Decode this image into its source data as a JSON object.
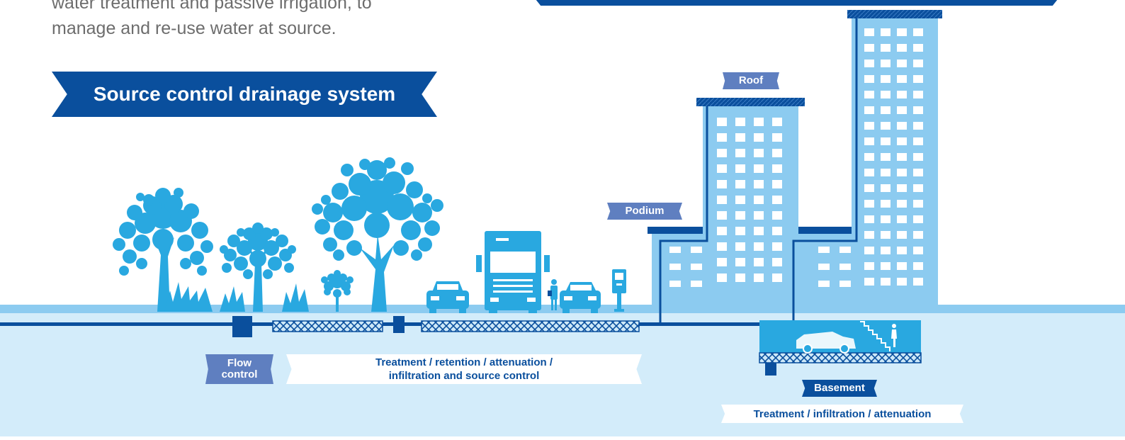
{
  "intro": {
    "line1": "water treatment and passive irrigation, to",
    "line2": "manage and re-use water at source."
  },
  "title": "Source control drainage system",
  "labels": {
    "roof": "Roof",
    "podium": "Podium",
    "flow_control_1": "Flow",
    "flow_control_2": "control",
    "treatment_retention_1": "Treatment / retention / attenuation /",
    "treatment_retention_2": "infiltration and source control",
    "basement": "Basement",
    "treatment_infiltration": "Treatment / infiltration / attenuation"
  },
  "colors": {
    "dark_blue": "#0a4f9d",
    "mid_blue": "#29a8e0",
    "light_blue": "#8ccbf0",
    "ground_blue": "#d3ecfa",
    "tag_blue": "#5f7fc0",
    "text_grey": "#6d6d6d"
  }
}
